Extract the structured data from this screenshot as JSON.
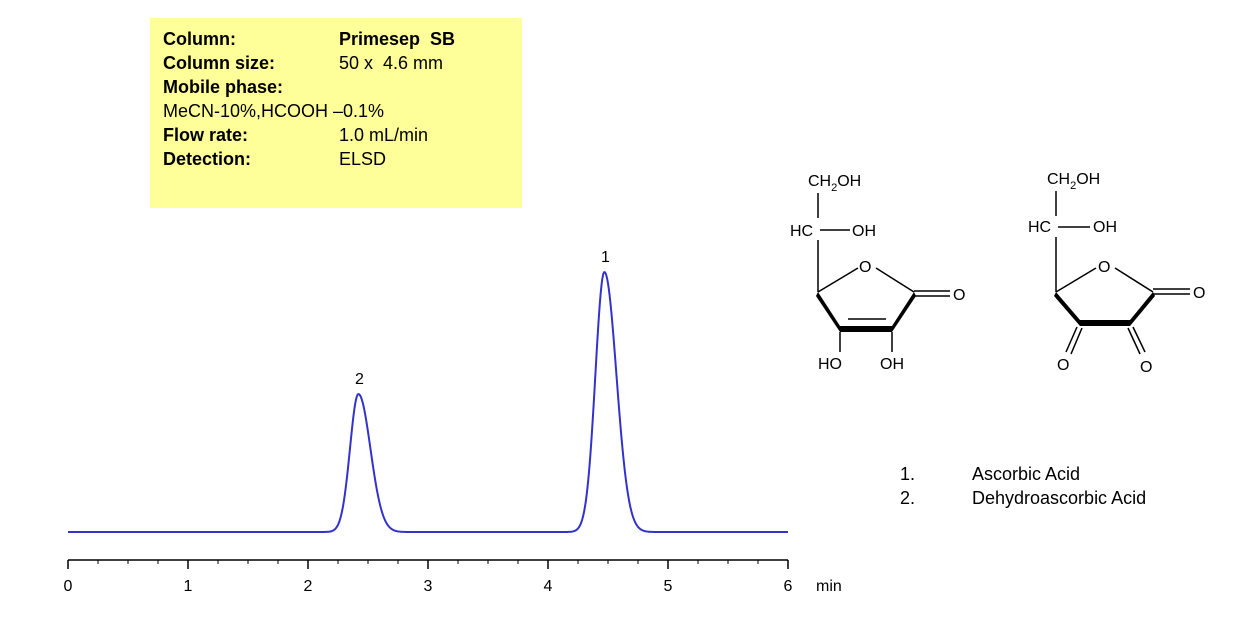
{
  "conditions": {
    "column_label": "Column:",
    "column_value": "Primesep  SB",
    "size_label": "Column size:",
    "size_value": "50 x  4.6 mm",
    "mobile_label": "Mobile phase:",
    "mobile_value": "MeCN-10%,HCOOH –0.1%",
    "flow_label": "Flow rate:",
    "flow_value": "1.0 mL/min",
    "detection_label": "Detection:",
    "detection_value": "ELSD"
  },
  "legend": {
    "items": [
      {
        "num": "1.",
        "name": "Ascorbic Acid"
      },
      {
        "num": "2.",
        "name": "Dehydroascorbic Acid"
      }
    ]
  },
  "structures": {
    "ascorbic": {
      "ch2oh": "CH",
      "ch2oh_sub": "2",
      "ch2oh_tail": "OH",
      "hc": "HC",
      "side_oh": "OH",
      "ring_o": "O",
      "carbonyl_o": "O",
      "ho": "HO",
      "oh": "OH"
    },
    "dehydro": {
      "ch2oh": "CH",
      "ch2oh_sub": "2",
      "ch2oh_tail": "OH",
      "hc": "HC",
      "side_oh": "OH",
      "ring_o": "O",
      "carbonyl_o": "O",
      "keto_o1": "O",
      "keto_o2": "O"
    }
  },
  "chart_data": {
    "type": "line",
    "xlabel": "min",
    "xlim": [
      0,
      6
    ],
    "x_ticks": [
      0,
      1,
      2,
      3,
      4,
      5,
      6
    ],
    "ylim": [
      0,
      1
    ],
    "grid": false,
    "line_color": "#3333cc",
    "baseline": 0.02,
    "peaks": [
      {
        "label": "1",
        "x": 4.47,
        "height": 1.0,
        "width_left": 0.075,
        "width_right": 0.1
      },
      {
        "label": "2",
        "x": 2.42,
        "height": 0.54,
        "width_left": 0.07,
        "width_right": 0.1
      }
    ],
    "series": [
      {
        "x": [
          0,
          0.5,
          1,
          1.5,
          2,
          2.2,
          2.3,
          2.35,
          2.4,
          2.42,
          2.45,
          2.5,
          2.55,
          2.6,
          2.7,
          2.8,
          2.9,
          3.0,
          3.5,
          4.0,
          4.2,
          4.3,
          4.35,
          4.4,
          4.45,
          4.47,
          4.5,
          4.55,
          4.6,
          4.65,
          4.7,
          4.8,
          4.9,
          5.0,
          5.5,
          6.0
        ],
        "y": [
          0.02,
          0.02,
          0.02,
          0.02,
          0.02,
          0.02,
          0.08,
          0.25,
          0.5,
          0.54,
          0.52,
          0.4,
          0.26,
          0.16,
          0.08,
          0.05,
          0.03,
          0.02,
          0.02,
          0.02,
          0.03,
          0.09,
          0.27,
          0.67,
          0.97,
          1.0,
          0.96,
          0.78,
          0.52,
          0.32,
          0.18,
          0.09,
          0.05,
          0.03,
          0.02,
          0.02
        ]
      }
    ]
  }
}
